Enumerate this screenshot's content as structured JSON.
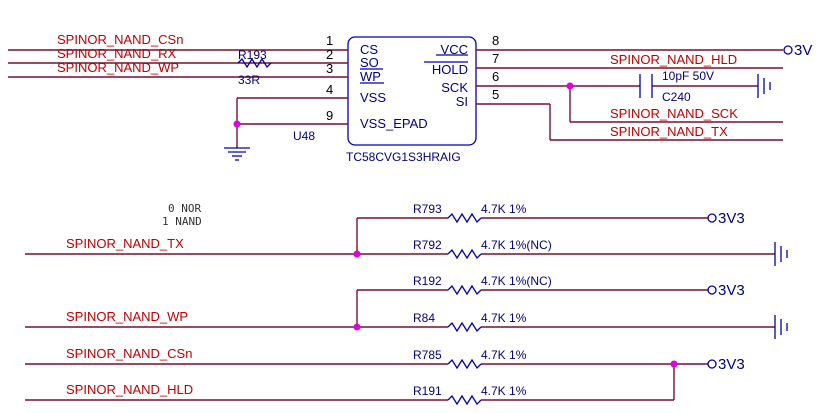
{
  "chip": {
    "ref": "U48",
    "part": "TC58CVG1S3HRAIG",
    "left_pins": [
      {
        "num": "1",
        "name": "CS",
        "net": "SPINOR_NAND_CSn"
      },
      {
        "num": "2",
        "name": "SO",
        "net": "SPINOR_NAND_RX"
      },
      {
        "num": "3",
        "name": "WP",
        "net": "SPINOR_NAND_WP"
      },
      {
        "num": "4",
        "name": "VSS"
      },
      {
        "num": "9",
        "name": "VSS_EPAD"
      }
    ],
    "right_pins": [
      {
        "num": "8",
        "name": "VCC"
      },
      {
        "num": "7",
        "name": "HOLD",
        "net": "SPINOR_NAND_HLD"
      },
      {
        "num": "6",
        "name": "SCK",
        "net": "SPINOR_NAND_SCK"
      },
      {
        "num": "5",
        "name": "SI",
        "net": "SPINOR_NAND_TX"
      }
    ]
  },
  "r193": {
    "ref": "R193",
    "value": "33R"
  },
  "cap": {
    "value": "10pF 50V",
    "ref": "C240"
  },
  "power_top": "3V",
  "notes": [
    "0 NOR",
    "1 NAND"
  ],
  "resistors": [
    {
      "ref": "R793",
      "value": "4.7K 1%"
    },
    {
      "ref": "R792",
      "value": "4.7K 1%(NC)"
    },
    {
      "ref": "R192",
      "value": "4.7K 1%(NC)"
    },
    {
      "ref": "R84",
      "value": "4.7K 1%"
    },
    {
      "ref": "R785",
      "value": "4.7K 1%"
    },
    {
      "ref": "R191",
      "value": "4.7K 1%"
    }
  ],
  "bottom_nets": [
    "SPINOR_NAND_TX",
    "SPINOR_NAND_WP",
    "SPINOR_NAND_CSn",
    "SPINOR_NAND_HLD"
  ],
  "power_rails": [
    "3V3",
    "3V3",
    "3V3"
  ]
}
